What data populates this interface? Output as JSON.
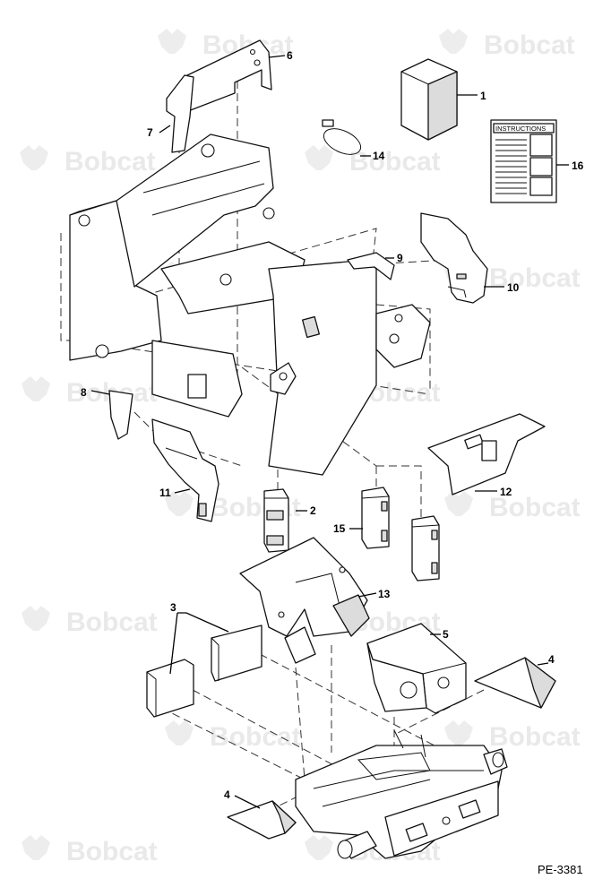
{
  "diagram": {
    "watermark_text": "Bobcat",
    "figure_code": "PE-3381",
    "instructions_label": "INSTRUCTIONS",
    "callouts": [
      "1",
      "2",
      "3",
      "4",
      "5",
      "6",
      "7",
      "8",
      "9",
      "10",
      "11",
      "12",
      "13",
      "14",
      "15",
      "16"
    ]
  },
  "colors": {
    "line": "#111111",
    "shading": "#dcdcdc",
    "watermark": "#e9e9e9"
  }
}
